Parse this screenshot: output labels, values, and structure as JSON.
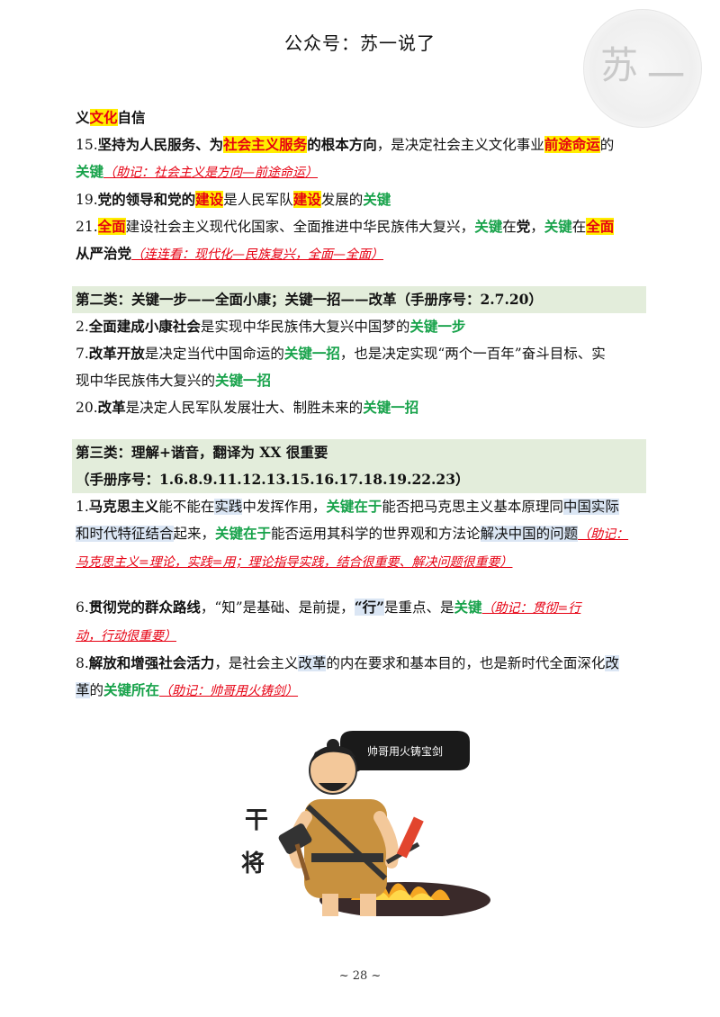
{
  "header": {
    "title": "公众号：苏一说了"
  },
  "seal": {
    "chars": [
      "苏",
      "一"
    ]
  },
  "blocks": {
    "l1": {
      "a": "义",
      "b": "文化",
      "c": "自信"
    },
    "l2": {
      "a": "15.",
      "b": "坚持为人民服务、为",
      "c": "社会主义服务",
      "d": "的根本方向",
      "e": "，是决定社会主义文化事业",
      "f": "前途命运",
      "g": "的"
    },
    "l3": {
      "a": "关键",
      "b": "（助记：社会主义是方向—前途命运）"
    },
    "l4": {
      "a": "19.",
      "b": "党的领导和党的",
      "c": "建设",
      "d": "是人民军队",
      "e": "建设",
      "f": "发展的",
      "g": "关键"
    },
    "l5": {
      "a": "21.",
      "b": "全面",
      "c": "建设社会主义现代化国家、全面推进中华民族伟大复兴，",
      "d": "关键",
      "e": "在",
      "f": "党",
      "g": "，",
      "h": "关键",
      "i": "在",
      "j": "全面"
    },
    "l6": {
      "a": "从严治党",
      "b": "（连连看：现代化—民族复兴，全面—全面）"
    },
    "s2": {
      "title": "第二类：关键一步——全面小康；关键一招——改革（手册序号：2.7.20）"
    },
    "l7": {
      "a": "2.",
      "b": "全面建成小康社会",
      "c": "是实现中华民族伟大复兴中国梦的",
      "d": "关键一步"
    },
    "l8": {
      "a": "7.",
      "b": "改革开放",
      "c": "是决定当代中国命运的",
      "d": "关键一招",
      "e": "，也是决定实现“两个一百年”奋斗目标、实"
    },
    "l9": {
      "a": "现中华民族伟大复兴的",
      "b": "关键一招"
    },
    "l10": {
      "a": "20.",
      "b": "改革",
      "c": "是决定人民军队发展壮大、制胜未来的",
      "d": "关键一招"
    },
    "s3": {
      "title1": "第三类：理解+谐音，翻译为 XX 很重要",
      "title2": "（手册序号：1.6.8.9.11.12.13.15.16.17.18.19.22.23）"
    },
    "l11": {
      "a": "1.",
      "b": "马克思主义",
      "c": "能不能在",
      "d": "实践",
      "e": "中发挥作用，",
      "f": "关键在于",
      "g": "能否把马克思主义基本原理同",
      "h": "中国实际"
    },
    "l12": {
      "a": "和时代特征结合",
      "b": "起来，",
      "c": "关键在于",
      "d": "能否运用其科学的世界观和方法论",
      "e": "解决中国的问题",
      "f": "（助记："
    },
    "l13": {
      "a": "马克思主义=理论，实践=用；理论指导实践，结合很重要、解决问题很重要）"
    },
    "l14": {
      "a": "6.",
      "b": "贯彻",
      "c": "党的群众路线",
      "d": "，“知”是基础、是前提，",
      "e": "“行”",
      "f": "是重点、是",
      "g": "关键",
      "h": "（助记：贯彻=行"
    },
    "l15": {
      "a": "动，行动很重要）"
    },
    "l16": {
      "a": "8.",
      "b": "解放和增强社会活力",
      "c": "，是社会主义",
      "d": "改革",
      "e": "的内在要求和基本目的，也是新时代全面深化",
      "f": "改"
    },
    "l17": {
      "a": "革",
      "b": "的",
      "c": "关键所在",
      "d": "（助记：帅哥用火铸剑）"
    }
  },
  "cartoon": {
    "speech": "帅哥用火铸宝剑",
    "side_text": [
      "干",
      "将"
    ]
  },
  "footer": {
    "page": "~ 28 ~"
  }
}
